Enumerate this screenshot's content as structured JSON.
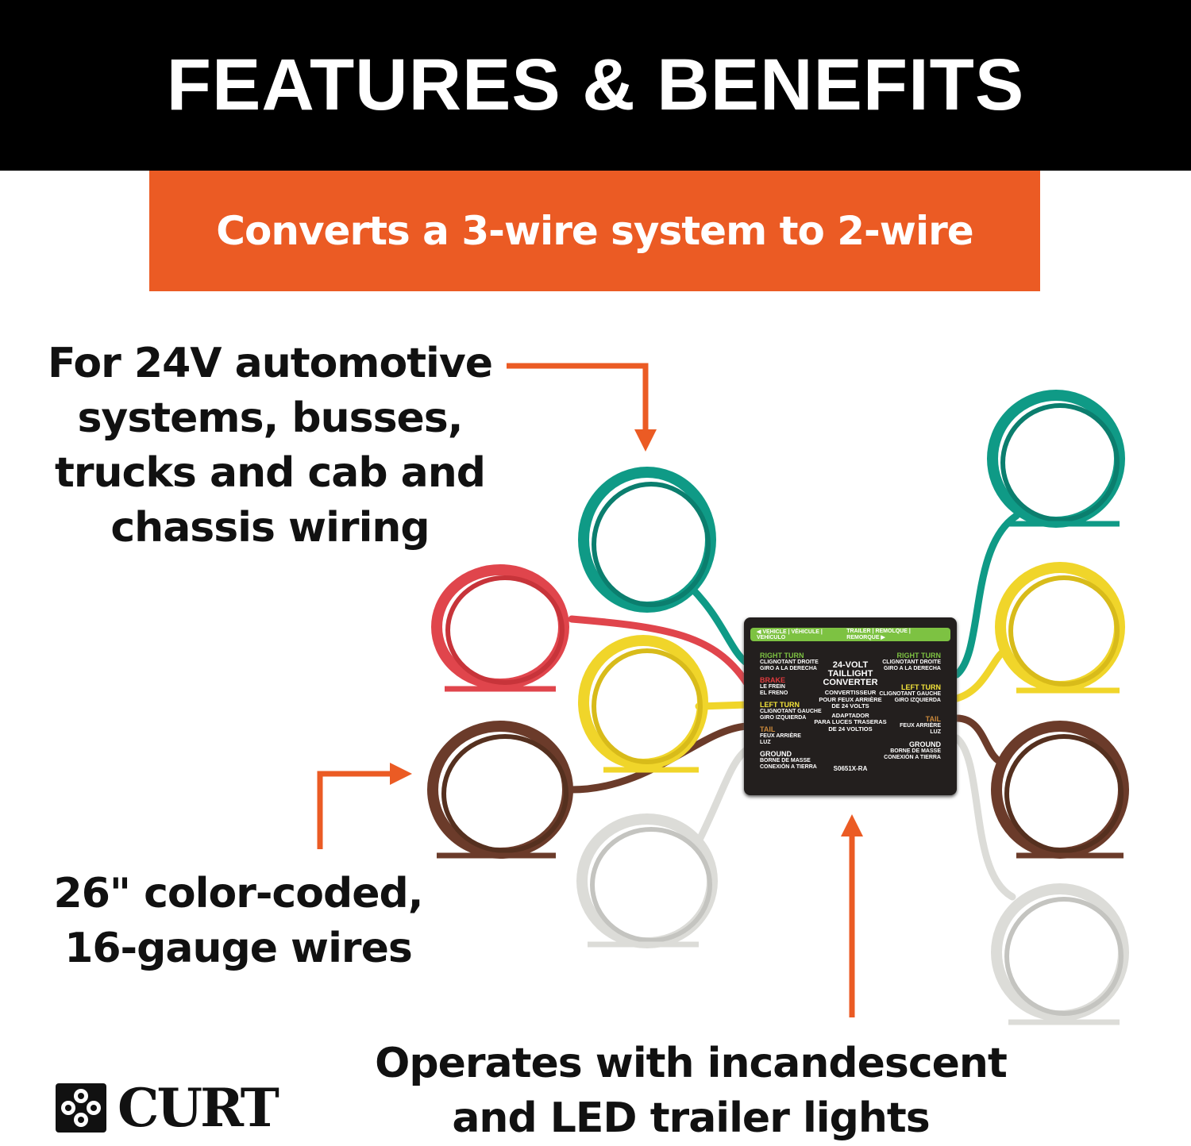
{
  "header": {
    "title": "FEATURES & BENEFITS"
  },
  "banner": {
    "text": "Converts a 3-wire system to 2-wire"
  },
  "callouts": {
    "voltage": [
      "For 24V automotive",
      "systems, busses,",
      "trucks and cab and",
      "chassis wiring"
    ],
    "wires": [
      "26\" color-coded,",
      "16-gauge wires"
    ],
    "lights": [
      "Operates with  incandescent",
      "and LED trailer lights"
    ]
  },
  "converter": {
    "vehicle_label": "◀ VEHICLE | VÉHICULE | VEHÍCULO",
    "trailer_label": "TRAILER | REMOLQUE | REMORQUE ▶",
    "left": [
      {
        "title": "RIGHT TURN",
        "lines": [
          "CLIGNOTANT DROITE",
          "GIRO A LA DERECHA"
        ],
        "color": "#7dc242"
      },
      {
        "title": "BRAKE",
        "lines": [
          "LE FREIN",
          "EL FRENO"
        ],
        "color": "#e03a3e"
      },
      {
        "title": "LEFT TURN",
        "lines": [
          "CLIGNOTANT GAUCHE",
          "GIRO IZQUIERDA"
        ],
        "color": "#f5e53a"
      },
      {
        "title": "TAIL",
        "lines": [
          "FEUX ARRIÈRE",
          "LUZ"
        ],
        "color": "#c8873a"
      },
      {
        "title": "GROUND",
        "lines": [
          "BORNE DE MASSE",
          "CONEXIÓN A TIERRA"
        ],
        "color": "#ffffff"
      }
    ],
    "right": [
      {
        "title": "RIGHT TURN",
        "lines": [
          "CLIGNOTANT DROITE",
          "GIRO A LA DERECHA"
        ],
        "color": "#7dc242"
      },
      {
        "title": "LEFT TURN",
        "lines": [
          "CLIGNOTANT GAUCHE",
          "GIRO IZQUIERDA"
        ],
        "color": "#f5e53a"
      },
      {
        "title": "TAIL",
        "lines": [
          "FEUX ARRIÈRE",
          "LUZ"
        ],
        "color": "#c8873a"
      },
      {
        "title": "GROUND",
        "lines": [
          "BORNE DE MASSE",
          "CONEXIÓN A TIERRA"
        ],
        "color": "#ffffff"
      }
    ],
    "center": {
      "title": [
        "24-VOLT",
        "TAILLIGHT",
        "CONVERTER"
      ],
      "french": [
        "CONVERTISSEUR",
        "POUR FEUX ARRIÈRE",
        "DE 24 VOLTS"
      ],
      "spanish": [
        "ADAPTADOR",
        "PARA LUCES TRASERAS",
        "DE 24 VOLTIOS"
      ]
    },
    "model": "S0651X-RA"
  },
  "brand": {
    "name": "CURT"
  },
  "colors": {
    "accent": "#EB5B24",
    "header_bg": "#000000"
  }
}
